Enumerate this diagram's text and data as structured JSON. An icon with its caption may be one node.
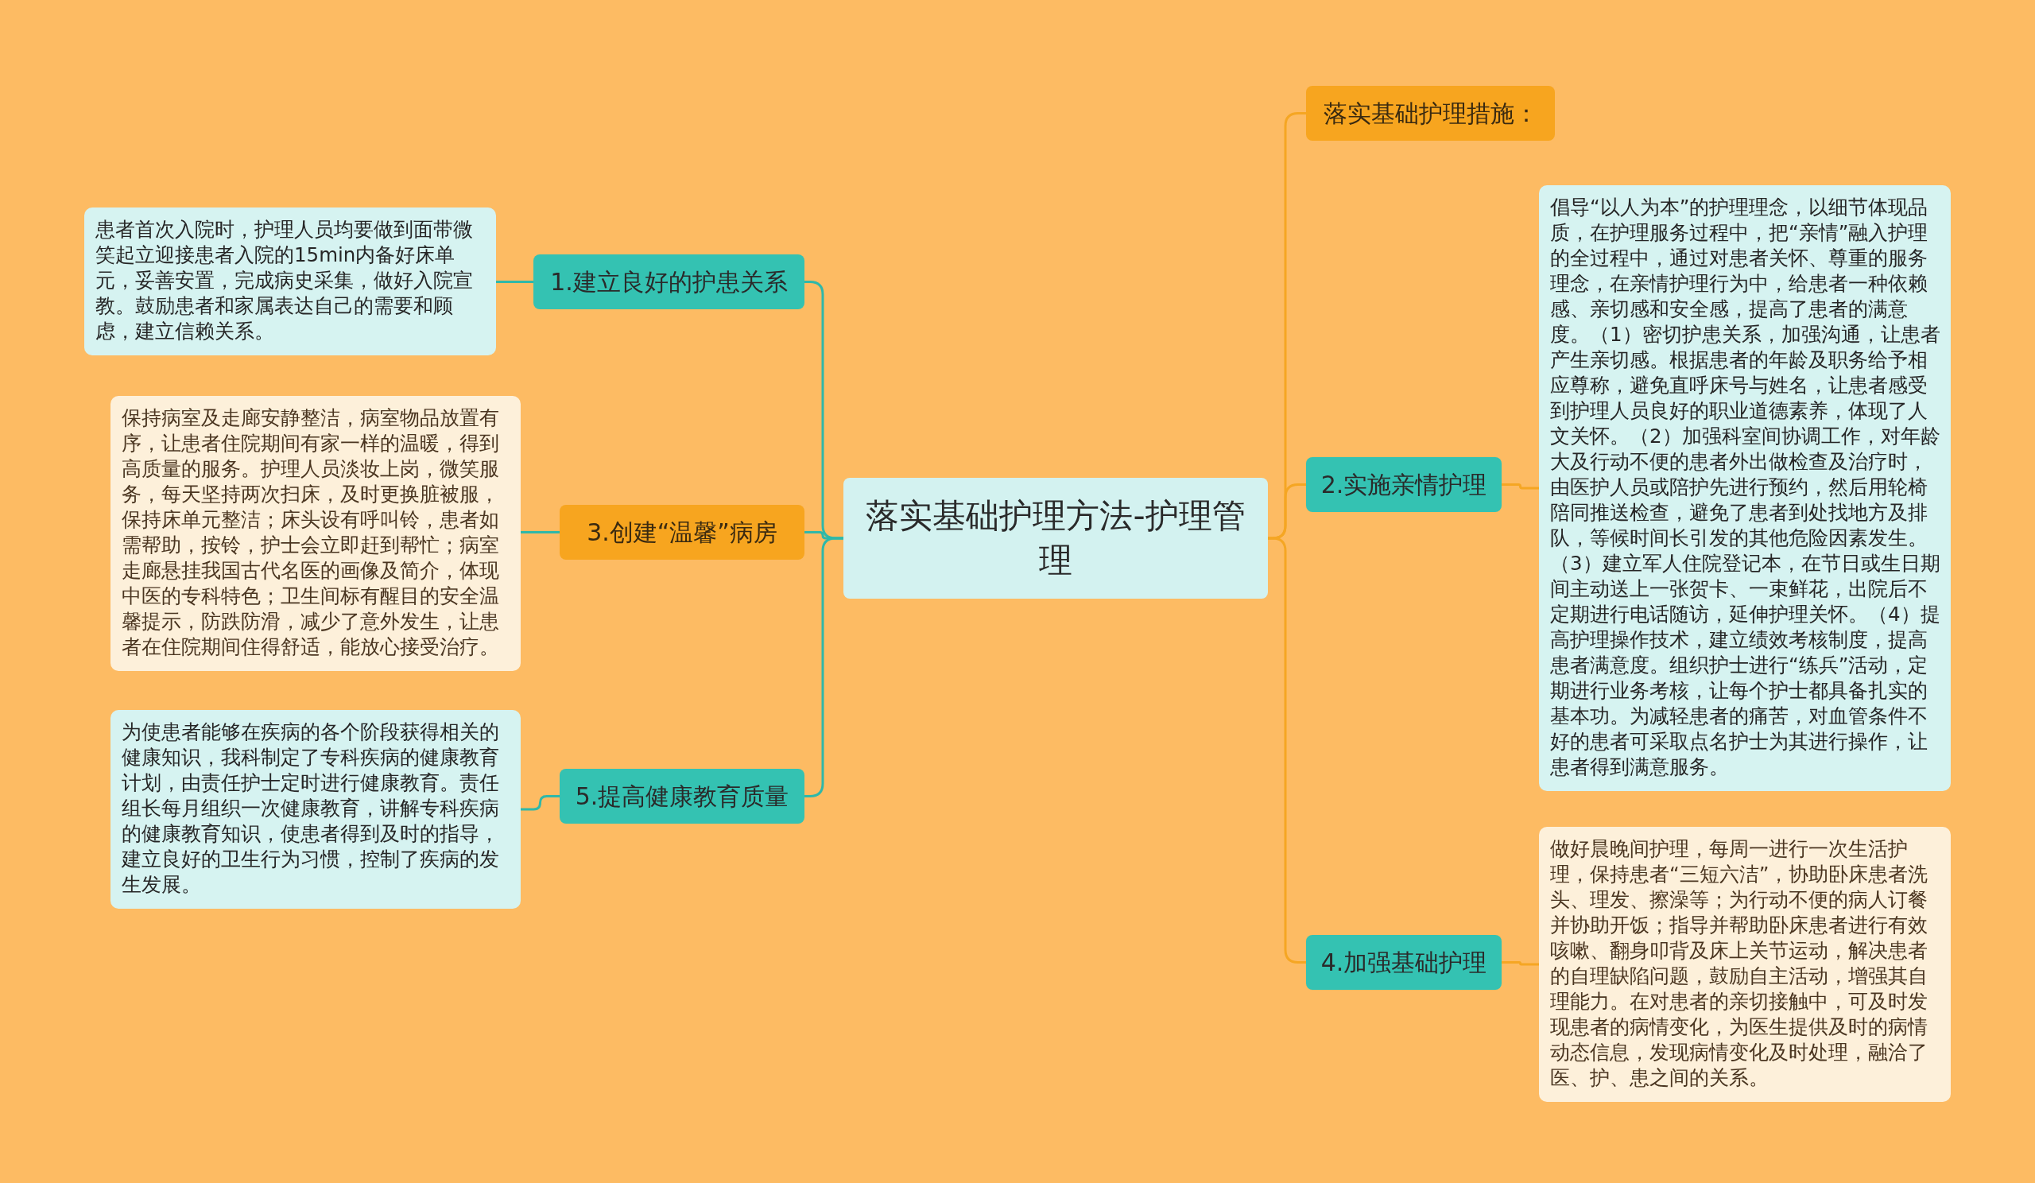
{
  "diagram": {
    "nodes": [
      {
        "text": [
          "落实基础护理方法-护理管理"
        ]
      },
      {
        "text": [
          "1.建立良好的护患关系"
        ]
      },
      {
        "text": [
          "患者首次入院时，护理人员均要做到面带微笑起立迎接患者入院的15min内备好床单元，妥善安置，完成病史采集，做好入院宣教。鼓励患者和家属表达自己的需要和顾虑，建立信赖关系。"
        ]
      },
      {
        "text": [
          "3.创建“温馨”病房"
        ]
      },
      {
        "text": [
          "保持病室及走廊安静整洁，病室物品放置有序，让患者住院期间有家一样的温暖，得到高质量的服务。护理人员淡妆上岗，微笑服务，每天坚持两次扫床，及时更换脏被服，保持床单元整洁；床头设有呼叫铃，患者如需帮助，按铃，护士会立即赶到帮忙；病室走廊悬挂我国古代名医的画像及简介，体现中医的专科特色；卫生间标有醒目的安全温馨提示，防跌防滑，减少了意外发生，让患者在住院期间住得舒适，能放心接受治疗。"
        ]
      },
      {
        "text": [
          "5.提高健康教育质量"
        ]
      },
      {
        "text": [
          "为使患者能够在疾病的各个阶段获得相关的健康知识，我科制定了专科疾病的健康教育计划，由责任护士定时进行健康教育。责任组长每月组织一次健康教育，讲解专科疾病的健康教育知识，使患者得到及时的指导，建立良好的卫生行为习惯，控制了疾病的发生发展。"
        ]
      },
      {
        "text": [
          "落实基础护理措施："
        ]
      },
      {
        "text": [
          "2.实施亲情护理"
        ]
      },
      {
        "text": [
          "倡导“以人为本”的护理理念，以细节体现品质，在护理服务过程中，把“亲情”融入护理的全过程中，通过对患者关怀、尊重的服务理念，在亲情护理行为中，给患者一种依赖感、亲切感和安全感，提高了患者的满意度。（1）密切护患关系，加强沟通，让患者产生亲切感。根据患者的年龄及职务给予相应尊称，避免直呼床号与姓名，让患者感受到护理人员良好的职业道德素养，体现了人文关怀。（2）加强科室间协调工作，对年龄大及行动不便的患者外出做检查及治疗时，由医护人员或陪护先进行预约，然后用轮椅陪同推送检查，避免了患者到处找地方及排队，等候时间长引发的其他危险因素发生。（3）建立军人住院登记本，在节日或生日期间主动送上一张贺卡、一束鲜花，出院后不定期进行电话随访，延伸护理关怀。（4）提高护理操作技术，建立绩效考核制度，提高患者满意度。组织护士进行“练兵”活动，定期进行业务考核，让每个护士都具备扎实的基本功。为减轻患者的痛苦，对血管条件不好的患者可采取点名护士为其进行操作，让患者得到满意服务。"
        ]
      },
      {
        "text": [
          "4.加强基础护理"
        ]
      },
      {
        "text": [
          "做好晨晚间护理，每周一进行一次生活护理，保持患者“三短六洁”，协助卧床患者洗头、理发、擦澡等；为行动不便的病人订餐并协助开饭；指导并帮助卧床患者进行有效咳嗽、翻身叩背及床上关节运动，解决患者的自理缺陷问题，鼓励自主活动，增强其自理能力。在对患者的亲切接触中，可及时发现患者的病情变化，为医生提供及时的病情动态信息，发现病情变化及时处理，融洽了医、护、患之间的关系。"
        ]
      }
    ],
    "edges": [
      {
        "from": 0,
        "to": 1,
        "arrow": "none"
      },
      {
        "from": 1,
        "to": 2,
        "arrow": "none"
      },
      {
        "from": 0,
        "to": 3,
        "arrow": "none"
      },
      {
        "from": 3,
        "to": 4,
        "arrow": "none"
      },
      {
        "from": 0,
        "to": 5,
        "arrow": "none"
      },
      {
        "from": 5,
        "to": 6,
        "arrow": "none"
      },
      {
        "from": 0,
        "to": 7,
        "arrow": "none",
        "color": "#f5a623"
      },
      {
        "from": 0,
        "to": 8,
        "arrow": "none",
        "color": "#f5a623"
      },
      {
        "from": 8,
        "to": 9,
        "arrow": "none",
        "color": "#f5a623"
      },
      {
        "from": 0,
        "to": 10,
        "arrow": "none",
        "color": "#f5a623"
      },
      {
        "from": 10,
        "to": 11,
        "arrow": "none",
        "color": "#f5a623"
      }
    ]
  }
}
